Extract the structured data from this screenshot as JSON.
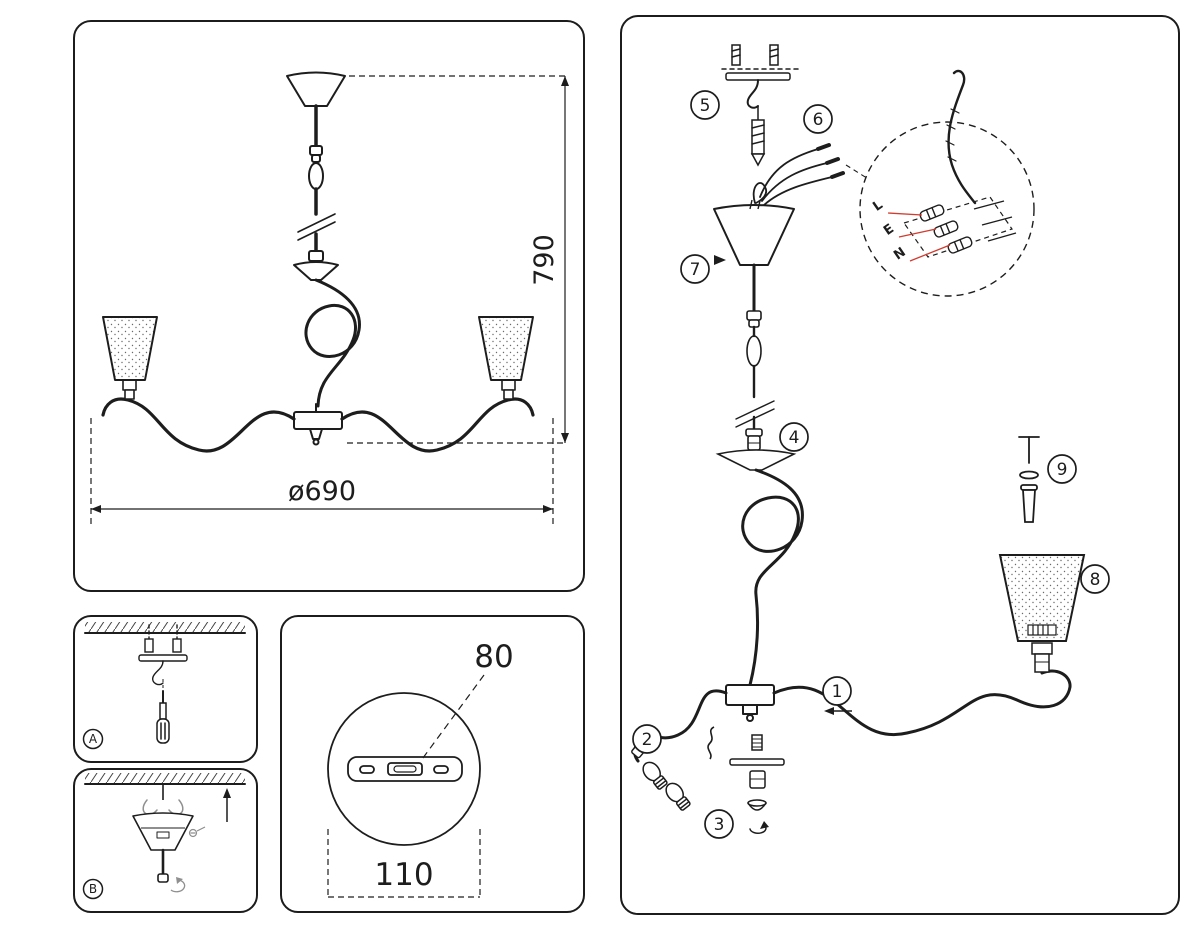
{
  "overview": {
    "dim_height": "790",
    "dim_diameter": "ø690"
  },
  "plate_detail": {
    "dim_slot": "80",
    "dim_width": "110"
  },
  "mount_steps": {
    "a_label": "A",
    "b_label": "B"
  },
  "assembly": {
    "steps": [
      "1",
      "2",
      "3",
      "4",
      "5",
      "6",
      "7",
      "8",
      "9"
    ],
    "wire_labels": [
      "L",
      "E",
      "N"
    ]
  },
  "colors": {
    "line": "#1d1d1d",
    "red": "#d23b2e",
    "gray": "#8f8f8f"
  }
}
